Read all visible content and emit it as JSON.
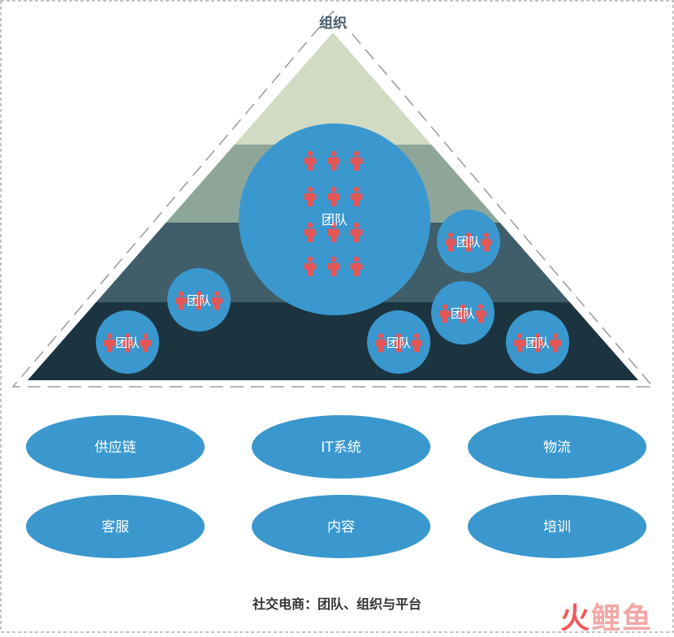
{
  "title": "组织",
  "team_label": "团队",
  "platforms": [
    "供应链",
    "IT系统",
    "物流",
    "客服",
    "内容",
    "培训"
  ],
  "caption": "社交电商：团队、组织与平台",
  "watermark": [
    "火",
    "鲤",
    "鱼"
  ],
  "colors": {
    "pyramid_layers": [
      "#d1dbc3",
      "#8ea69a",
      "#3f5e6a",
      "#1c3440"
    ],
    "circle": "#3a98cf",
    "person": "#e55656",
    "frame": "#8a8a8a",
    "title": "#4a6070",
    "platform": "#3a98cf",
    "label": "#ffffff"
  },
  "icon": "person-icon"
}
